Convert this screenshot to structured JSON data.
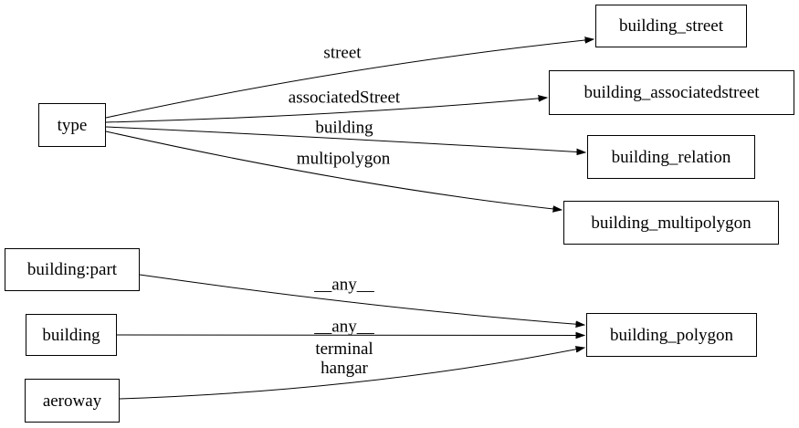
{
  "diagram": {
    "type": "directed-graph",
    "background_color": "#ffffff",
    "stroke_color": "#000000",
    "nodes": [
      {
        "id": "type",
        "label": "type"
      },
      {
        "id": "building_street",
        "label": "building_street"
      },
      {
        "id": "building_associatedstreet",
        "label": "building_associatedstreet"
      },
      {
        "id": "building_relation",
        "label": "building_relation"
      },
      {
        "id": "building_multipolygon",
        "label": "building_multipolygon"
      },
      {
        "id": "building_part",
        "label": "building:part"
      },
      {
        "id": "building",
        "label": "building"
      },
      {
        "id": "aeroway",
        "label": "aeroway"
      },
      {
        "id": "building_polygon",
        "label": "building_polygon"
      }
    ],
    "edges": [
      {
        "from": "type",
        "to": "building_street",
        "label": "street"
      },
      {
        "from": "type",
        "to": "building_associatedstreet",
        "label": "associatedStreet"
      },
      {
        "from": "type",
        "to": "building_relation",
        "label": "building"
      },
      {
        "from": "type",
        "to": "building_multipolygon",
        "label": "multipolygon"
      },
      {
        "from": "building:part",
        "to": "building_polygon",
        "label": "__any__"
      },
      {
        "from": "building",
        "to": "building_polygon",
        "label": "__any__"
      },
      {
        "from": "aeroway",
        "to": "building_polygon",
        "label": "terminal\nhangar"
      }
    ]
  }
}
